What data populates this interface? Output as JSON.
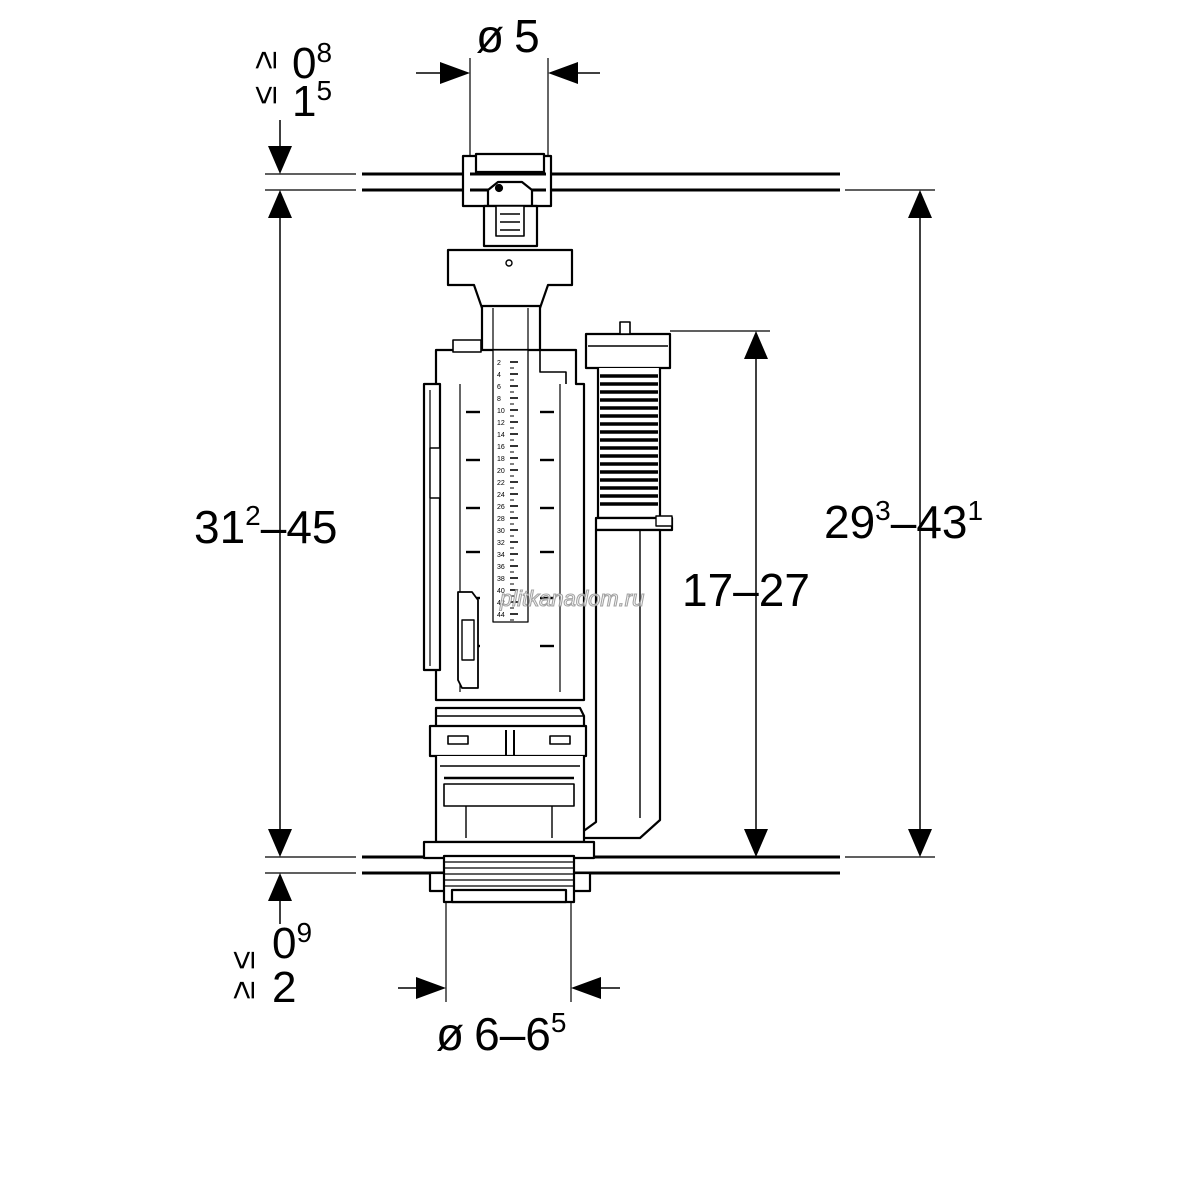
{
  "dimensions": {
    "top_opening_diameter": {
      "sym": "ø",
      "value": "5"
    },
    "top_panel_thickness": {
      "upper_sign": "≤",
      "upper_base": "0",
      "upper_sup": "8",
      "lower_sign": "≥",
      "lower_base": "1",
      "lower_sup": "5"
    },
    "total_height_left": {
      "base1": "31",
      "sup1": "2",
      "dash": "–",
      "base2": "45"
    },
    "total_height_right": {
      "base1": "29",
      "sup1": "3",
      "dash": "–",
      "base2": "43",
      "sup2": "1"
    },
    "overflow_height": {
      "text": "17–27"
    },
    "bottom_panel_thickness": {
      "upper_sign": "≤",
      "upper_base": "0",
      "upper_sup": "9",
      "lower_sign": "≥",
      "lower_base": "2"
    },
    "bottom_outlet_diameter": {
      "sym": "ø",
      "base": "6–6",
      "sup": "5"
    }
  },
  "scale_ticks": [
    "2",
    "4",
    "6",
    "8",
    "10",
    "12",
    "14",
    "16",
    "18",
    "20",
    "22",
    "24",
    "26",
    "28",
    "30",
    "32",
    "34",
    "36",
    "38",
    "40",
    "42",
    "44"
  ],
  "watermark": "plitkanadom.ru",
  "colors": {
    "line": "#000000",
    "background": "#ffffff"
  }
}
